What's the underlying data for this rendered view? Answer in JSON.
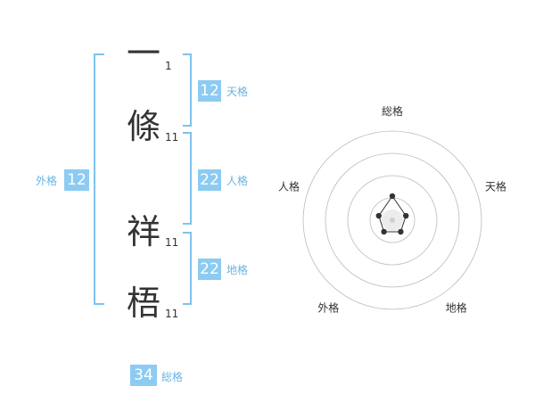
{
  "name": {
    "chars": [
      {
        "char": "一",
        "strokes": "1"
      },
      {
        "char": "條",
        "strokes": "11"
      },
      {
        "char": "祥",
        "strokes": "11"
      },
      {
        "char": "梧",
        "strokes": "11"
      }
    ]
  },
  "kaku": {
    "ten": {
      "value": "12",
      "label": "天格"
    },
    "jin": {
      "value": "22",
      "label": "人格"
    },
    "chi": {
      "value": "22",
      "label": "地格"
    },
    "gai": {
      "value": "12",
      "label": "外格"
    },
    "sou": {
      "value": "34",
      "label": "総格"
    }
  },
  "chart_data": {
    "type": "radar",
    "axes": [
      "総格",
      "天格",
      "地格",
      "外格",
      "人格"
    ],
    "rings": 4,
    "values": [
      0.27,
      0.16,
      0.16,
      0.16,
      0.16
    ]
  },
  "colors": {
    "accent": "#8ccbf2",
    "bracket": "#7ec2ee",
    "label": "#6ab3df",
    "ring": "#bbbbbb",
    "polygon": "#333333"
  }
}
